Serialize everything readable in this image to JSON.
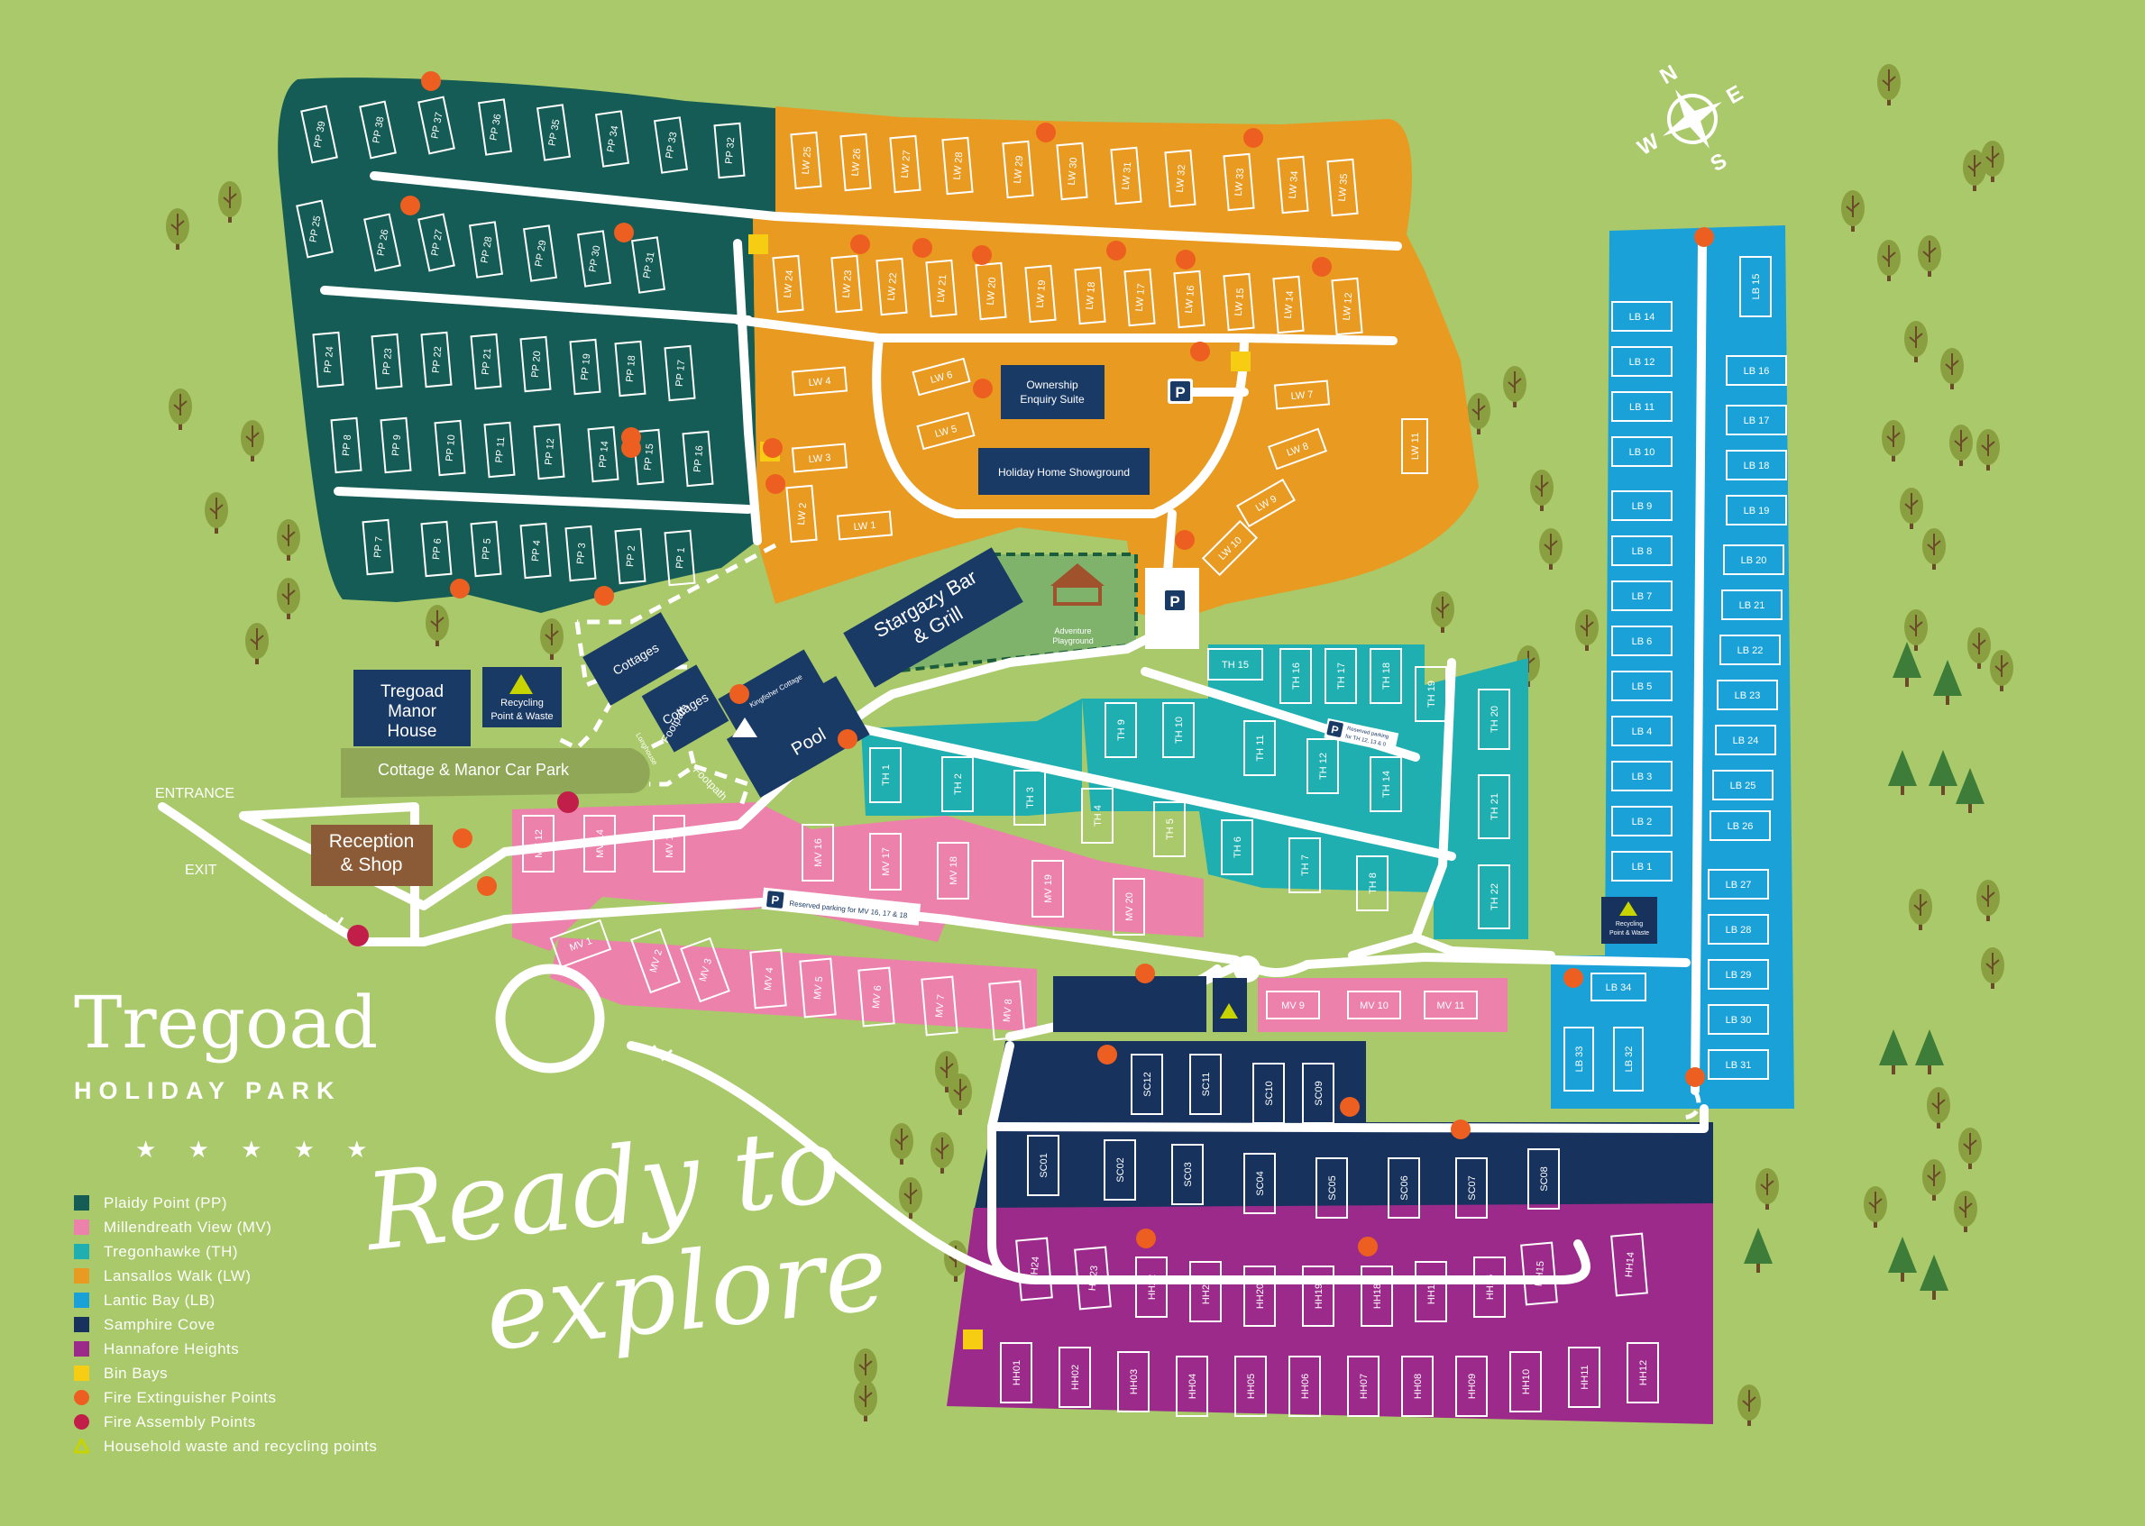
{
  "brand": {
    "name": "Tregoad",
    "subtitle": "HOLIDAY PARK",
    "stars": "★ ★ ★ ★ ★"
  },
  "slogan": {
    "line1": "Ready to",
    "line2": "explore"
  },
  "colors": {
    "grass": "#a9c96a",
    "plaidy": "#145c55",
    "millendreath": "#ec82ac",
    "tregonhawke": "#1fafb0",
    "lansallos": "#e99a21",
    "lantic": "#1aa2d8",
    "samphire": "#17335d",
    "hannafore": "#9b2a8a",
    "bin": "#f6cd12",
    "fire_ext": "#ed5f20",
    "fire_assembly": "#c21e4a",
    "building": "#1a3a66",
    "reception": "#8b5a36"
  },
  "legend": [
    {
      "label": "Plaidy Point (PP)",
      "kind": "swatch",
      "color": "#145c55"
    },
    {
      "label": "Millendreath View (MV)",
      "kind": "swatch",
      "color": "#ec82ac"
    },
    {
      "label": "Tregonhawke (TH)",
      "kind": "swatch",
      "color": "#1fafb0"
    },
    {
      "label": "Lansallos Walk (LW)",
      "kind": "swatch",
      "color": "#e99a21"
    },
    {
      "label": "Lantic Bay (LB)",
      "kind": "swatch",
      "color": "#1aa2d8"
    },
    {
      "label": "Samphire Cove",
      "kind": "swatch",
      "color": "#17335d"
    },
    {
      "label": "Hannafore Heights",
      "kind": "swatch",
      "color": "#9b2a8a"
    },
    {
      "label": "Bin Bays",
      "kind": "swatch",
      "color": "#f6cd12"
    },
    {
      "label": "Fire Extinguisher Points",
      "kind": "dot",
      "color": "#ed5f20"
    },
    {
      "label": "Fire Assembly Points",
      "kind": "dot",
      "color": "#c21e4a"
    },
    {
      "label": "Household waste and recycling points",
      "kind": "triangle",
      "color": "#c8d400"
    }
  ],
  "compass": {
    "n": "N",
    "e": "E",
    "s": "S",
    "w": "W"
  },
  "facilities": {
    "manor": "Tregoad Manor House",
    "manor_lines": [
      "Tregoad",
      "Manor",
      "House"
    ],
    "recycling": [
      "Recycling",
      "Point & Waste"
    ],
    "car_park": "Cottage & Manor Car Park",
    "reception_lines": [
      "Reception",
      "& Shop"
    ],
    "cottages_1": "Cottages",
    "cottages_2": "Cottages",
    "longhouse": "Longhouse",
    "kingfisher": "Kingfisher Cottage",
    "pool": "Pool",
    "stargazy": [
      "Stargazy Bar",
      "& Grill"
    ],
    "playground": [
      "Adventure",
      "Playground"
    ],
    "ownership": [
      "Ownership",
      "Enquiry Suite"
    ],
    "showground": "Holiday Home Showground",
    "entrance": "ENTRANCE",
    "exit": "EXIT",
    "footpath_1": "Footpath",
    "footpath_2": "Footpath",
    "parking_th": [
      "Reserved parking",
      "for TH 12, 13 & 0"
    ],
    "parking_mv": "Reserved parking for MV 16, 17 & 18",
    "lb_recycling": [
      "Recycling",
      "Point & Waste"
    ],
    "parking_symbol": "P"
  },
  "units": {
    "pp": [
      "PP 39",
      "PP 38",
      "PP 37",
      "PP 36",
      "PP 35",
      "PP 34",
      "PP 33",
      "PP 32",
      "PP 25",
      "PP 26",
      "PP 27",
      "PP 28",
      "PP 29",
      "PP 30",
      "PP 31",
      "PP 24",
      "PP 23",
      "PP 22",
      "PP 21",
      "PP 20",
      "PP 19",
      "PP 18",
      "PP 17",
      "PP 8",
      "PP 9",
      "PP 10",
      "PP 11",
      "PP 12",
      "PP 14",
      "PP 15",
      "PP 16",
      "PP 7",
      "PP 6",
      "PP 5",
      "PP 4",
      "PP 3",
      "PP 2",
      "PP 1"
    ],
    "lw": [
      "LW 25",
      "LW 26",
      "LW 27",
      "LW 28",
      "LW 29",
      "LW 30",
      "LW 31",
      "LW 32",
      "LW 33",
      "LW 34",
      "LW 35",
      "LW 24",
      "LW 23",
      "LW 22",
      "LW 21",
      "LW 20",
      "LW 19",
      "LW 18",
      "LW 17",
      "LW 16",
      "LW 15",
      "LW 14",
      "LW 12",
      "LW 4",
      "LW 6",
      "LW 5",
      "LW 3",
      "LW 2",
      "LW 1",
      "LW 7",
      "LW 8",
      "LW 9",
      "LW 10",
      "LW 11"
    ],
    "th": [
      "TH 15",
      "TH 16",
      "TH 17",
      "TH 18",
      "TH 19",
      "TH 9",
      "TH 10",
      "TH 11",
      "TH 12",
      "TH 14",
      "TH 20",
      "TH 1",
      "TH 2",
      "TH 3",
      "TH 4",
      "TH 5",
      "TH 6",
      "TH 7",
      "TH 8",
      "TH 21",
      "TH 22"
    ],
    "mv": [
      "MV 12",
      "MV 14",
      "MV 15",
      "MV 16",
      "MV 17",
      "MV 18",
      "MV 19",
      "MV 20",
      "MV 1",
      "MV 2",
      "MV 3",
      "MV 4",
      "MV 5",
      "MV 6",
      "MV 7",
      "MV 8",
      "MV 9",
      "MV 10",
      "MV 11"
    ],
    "lb": [
      "LB 14",
      "LB 12",
      "LB 11",
      "LB 10",
      "LB 9",
      "LB 8",
      "LB 7",
      "LB 6",
      "LB 5",
      "LB 4",
      "LB 3",
      "LB 2",
      "LB 1",
      "LB 15",
      "LB 16",
      "LB 17",
      "LB 18",
      "LB 19",
      "LB 20",
      "LB 21",
      "LB 22",
      "LB 23",
      "LB 24",
      "LB 25",
      "LB 26",
      "LB 27",
      "LB 28",
      "LB 29",
      "LB 30",
      "LB 31",
      "LB 34",
      "LB 33",
      "LB 32"
    ],
    "sc": [
      "SC12",
      "SC11",
      "SC10",
      "SC09",
      "SC01",
      "SC02",
      "SC03",
      "SC04",
      "SC05",
      "SC06",
      "SC07",
      "SC08"
    ],
    "hh": [
      "HH24",
      "HH23",
      "HH22",
      "HH21",
      "HH20",
      "HH19",
      "HH18",
      "HH17",
      "HH16",
      "HH15",
      "HH14",
      "HH01",
      "HH02",
      "HH03",
      "HH04",
      "HH05",
      "HH06",
      "HH07",
      "HH08",
      "HH09",
      "HH10",
      "HH11",
      "HH12"
    ]
  }
}
